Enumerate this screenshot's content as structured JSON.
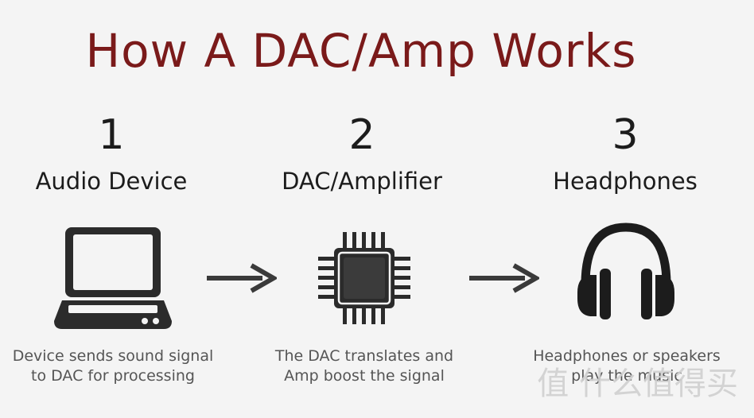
{
  "title": "How A DAC/Amp Works",
  "steps": [
    {
      "number": "1",
      "label": "Audio Device",
      "caption_line1": "Device sends sound signal",
      "caption_line2": "to DAC for processing",
      "icon": "laptop-icon"
    },
    {
      "number": "2",
      "label": "DAC/Amplifier",
      "caption_line1": "The DAC translates and",
      "caption_line2": "Amp boost the signal",
      "icon": "chip-icon"
    },
    {
      "number": "3",
      "label": "Headphones",
      "caption_line1": "Headphones or speakers",
      "caption_line2": "play the music",
      "icon": "headphones-icon"
    }
  ],
  "watermark": "值 什么值得买",
  "colors": {
    "title": "#7a1a1a",
    "icon": "#2b2b2b",
    "arrow": "#3a3a3a"
  }
}
